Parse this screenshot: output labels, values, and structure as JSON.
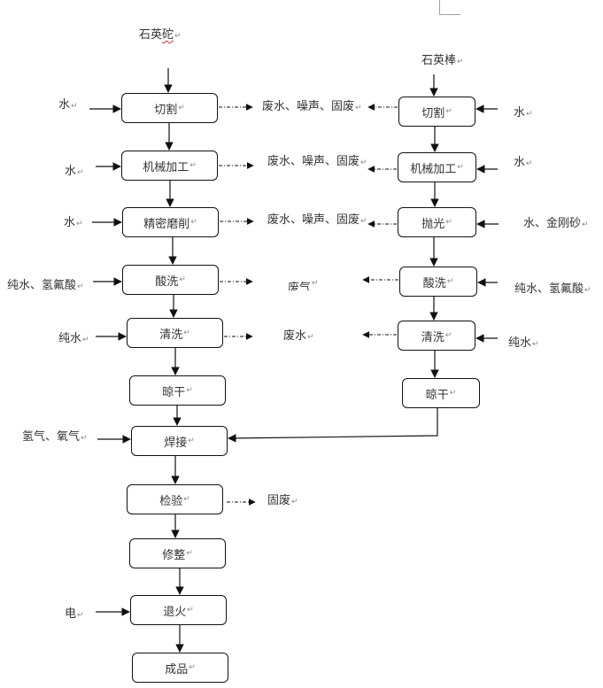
{
  "diagram": {
    "type": "process-flowchart",
    "left_chain": {
      "source": "石英砣",
      "steps": [
        {
          "label": "切割",
          "input": "水",
          "output": "废水、噪声、固废"
        },
        {
          "label": "机械加工",
          "input": "水",
          "output": "废水、噪声、固废"
        },
        {
          "label": "精密磨削",
          "input": "水",
          "output": "废水、噪声、固废"
        },
        {
          "label": "酸洗",
          "input": "纯水、氢氟酸",
          "output": "废气"
        },
        {
          "label": "清洗",
          "input": "纯水",
          "output": "废水"
        },
        {
          "label": "晾干"
        },
        {
          "label": "焊接",
          "input": "氢气、氧气"
        },
        {
          "label": "检验",
          "output": "固废"
        },
        {
          "label": "修整"
        },
        {
          "label": "退火",
          "input": "电"
        },
        {
          "label": "成品"
        }
      ]
    },
    "right_chain": {
      "source": "石英棒",
      "steps": [
        {
          "label": "切割",
          "input": "水"
        },
        {
          "label": "机械加工",
          "input": "水"
        },
        {
          "label": "抛光",
          "input": "水、金刚砂"
        },
        {
          "label": "酸洗",
          "input": "纯水、氢氟酸"
        },
        {
          "label": "清洗",
          "input": "纯水"
        },
        {
          "label": "晾干"
        }
      ],
      "merges_into": "焊接"
    },
    "paragraph_mark": "↵",
    "colors": {
      "line": "#111111",
      "text": "#333333",
      "spell_underline": "#e03030",
      "corner_mark": "#a0a0a0"
    }
  }
}
